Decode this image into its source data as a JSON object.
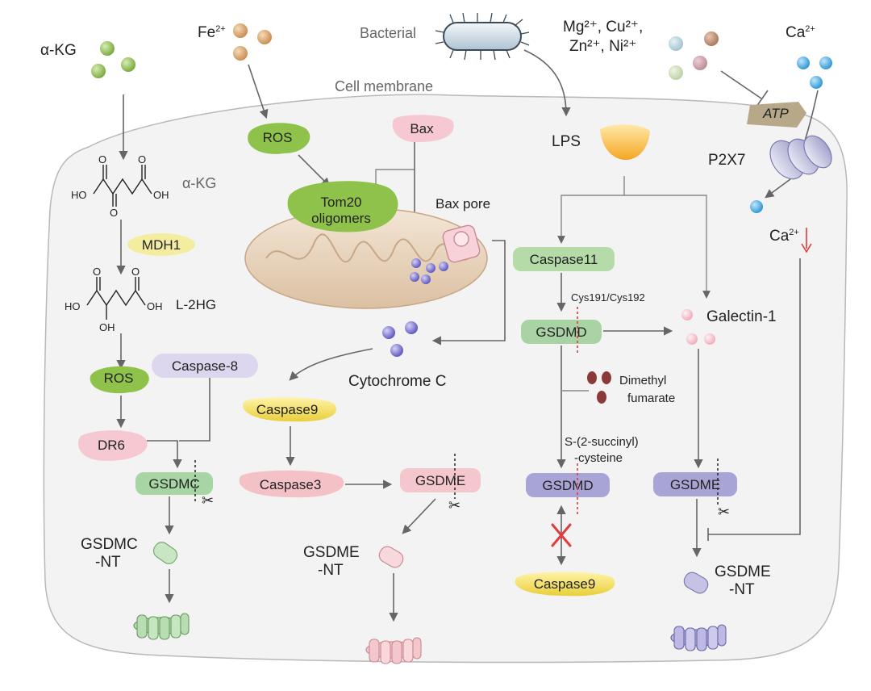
{
  "colors": {
    "membrane_fill": "#f3f3f3",
    "membrane_stroke": "#b8b8b8",
    "green_blob": "#8fc24a",
    "green_ball": "#8cbf4a",
    "copper_ball": "#d9a36a",
    "blue_ball": "#3aa7e0",
    "purple_ball": "#6f68c9",
    "pink_ball": "#f7c3cf",
    "dimethyl": "#8b3a3a",
    "red_mark": "#e23b3b",
    "gsdmc_fill": "#a7d5a3",
    "gsdmd_fill": "#a9a4d6",
    "gsdme_pink": "#f4c7cc",
    "caspase_yellow": "#f2dc5c",
    "caspase_pink": "#f4c1c6",
    "caspase11_green": "#b5dba9",
    "atp_fill": "#b7a88a"
  },
  "labels": {
    "akg_outside": "α-KG",
    "fe": "Fe",
    "fe_charge": "2+",
    "bacterial": "Bacterial",
    "metals_line1": "Mg²⁺, Cu²⁺,",
    "metals_line2": "Zn²⁺, Ni²⁺",
    "ca_top": "Ca",
    "ca_top_charge": "2+",
    "cell_membrane": "Cell membrane",
    "akg_inside": "α-KG",
    "mdh1": "MDH1",
    "l2hg": "L-2HG",
    "ros_left": "ROS",
    "ros_mid": "ROS",
    "caspase8": "Caspase-8",
    "dr6": "DR6",
    "gsdmc": "GSDMC",
    "gsdmc_nt_line1": "GSDMC",
    "gsdmc_nt_line2": "-NT",
    "tom20_line1": "Tom20",
    "tom20_line2": "oligomers",
    "bax": "Bax",
    "bax_pore": "Bax pore",
    "cytochrome_c": "Cytochrome C",
    "caspase9_mid": "Caspase9",
    "caspase3": "Caspase3",
    "gsdme_mid": "GSDME",
    "gsdme_nt_mid_line1": "GSDME",
    "gsdme_nt_mid_line2": "-NT",
    "lps": "LPS",
    "caspase11": "Caspase11",
    "cys": "Cys191/Cys192",
    "gsdmd_upper": "GSDMD",
    "dimethyl_line1": "Dimethyl",
    "dimethyl_line2": "fumarate",
    "succinyl_line1": "S-(2-succinyl)",
    "succinyl_line2": "-cysteine",
    "gsdmd_lower": "GSDMD",
    "caspase9_bottom": "Caspase9",
    "galectin": "Galectin-1",
    "atp": "ATP",
    "p2x7": "P2X7",
    "ca_inside": "Ca",
    "ca_inside_charge": "2+",
    "gsdme_right": "GSDME",
    "gsdme_nt_right_line1": "GSDME",
    "gsdme_nt_right_line2": "-NT",
    "chem_ho": "HO",
    "chem_oh": "OH",
    "chem_o": "O"
  }
}
